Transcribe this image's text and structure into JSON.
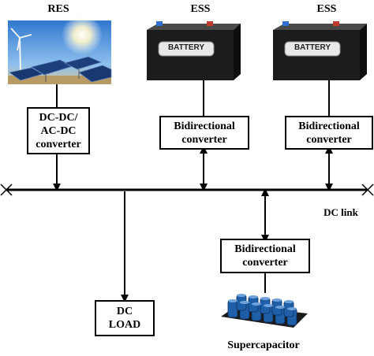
{
  "headers": {
    "res": "RES",
    "ess1": "ESS",
    "ess2": "ESS"
  },
  "converters": {
    "res_line1": "DC-DC/",
    "res_line2": "AC-DC",
    "res_line3": "converter",
    "bidir_line1": "Bidirectional",
    "bidir_line2": "converter"
  },
  "battery_label": "BATTERY",
  "bus_label": "DC link",
  "load": {
    "line1": "DC",
    "line2": "LOAD"
  },
  "supercap_label": "Supercapacitor",
  "colors": {
    "line": "#000000",
    "battery_body": "#1c1c1c",
    "battery_top": "#3a3a3a",
    "capacitor": "#1f5fa8",
    "sky": "#3b86d6",
    "solar_panel": "#1d3f7a"
  }
}
